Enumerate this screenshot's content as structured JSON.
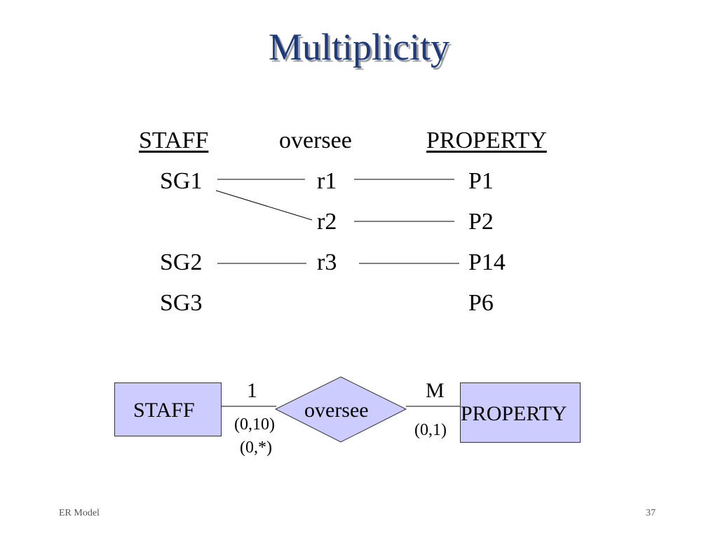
{
  "title": "Multiplicity",
  "table": {
    "headers": {
      "staff": "STAFF",
      "relationship": "oversee",
      "property": "PROPERTY"
    },
    "staff": [
      "SG1",
      "SG2",
      "SG3"
    ],
    "relationships": [
      "r1",
      "r2",
      "r3"
    ],
    "properties": [
      "P1",
      "P2",
      "P14",
      "P6"
    ],
    "links": [
      {
        "staff": "SG1",
        "relationship": "r1",
        "property": "P1"
      },
      {
        "staff": "SG1",
        "relationship": "r2",
        "property": "P2"
      },
      {
        "staff": "SG2",
        "relationship": "r3",
        "property": "P14"
      }
    ]
  },
  "er_diagram": {
    "left_entity": "STAFF",
    "relationship": "oversee",
    "right_entity": "PROPERTY",
    "left_cardinality": "1",
    "right_cardinality": "M",
    "left_multiplicity": [
      "(0,10)",
      "(0,*)"
    ],
    "right_multiplicity": "(0,1)",
    "entity_fill": "#ccccff",
    "relationship_fill": "#ccccff"
  },
  "footer": {
    "left": "ER Model",
    "right": "37"
  },
  "colors": {
    "title": "#1f3a7a"
  }
}
